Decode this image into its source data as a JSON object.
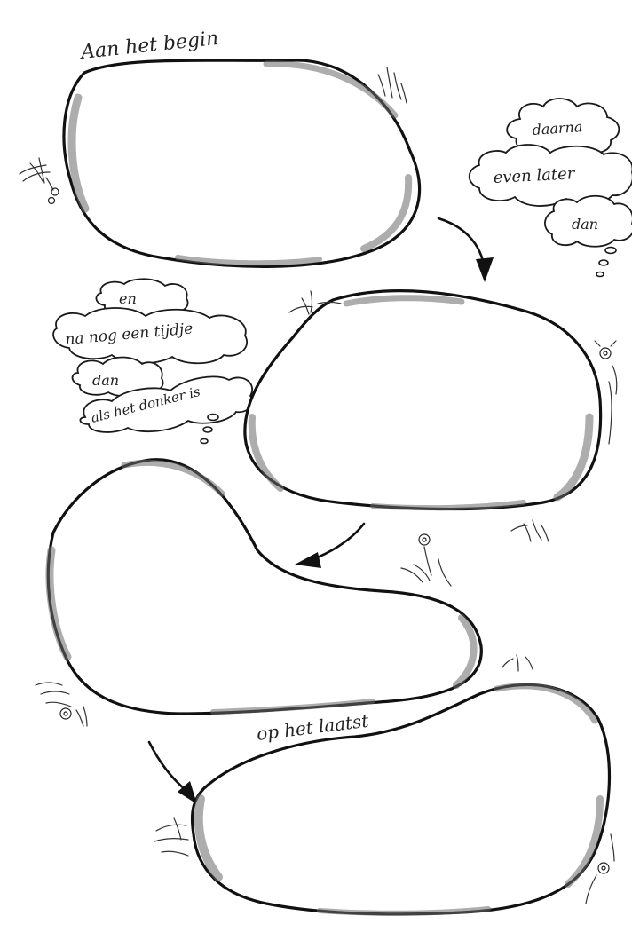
{
  "stones": {
    "first_label": "Aan het begin",
    "last_label": "op het laatst"
  },
  "clouds_right": [
    "daarna",
    "even later",
    "dan"
  ],
  "clouds_left": [
    "en",
    "na nog een tijdje",
    "dan",
    "als het donker is"
  ],
  "colors": {
    "ink": "#111111",
    "paper": "#ffffff",
    "pencil_shading": "#6a6a6a"
  },
  "icons": [
    "arrow-icon",
    "grass-tuft-icon",
    "flower-icon",
    "thought-bubble-icon"
  ]
}
